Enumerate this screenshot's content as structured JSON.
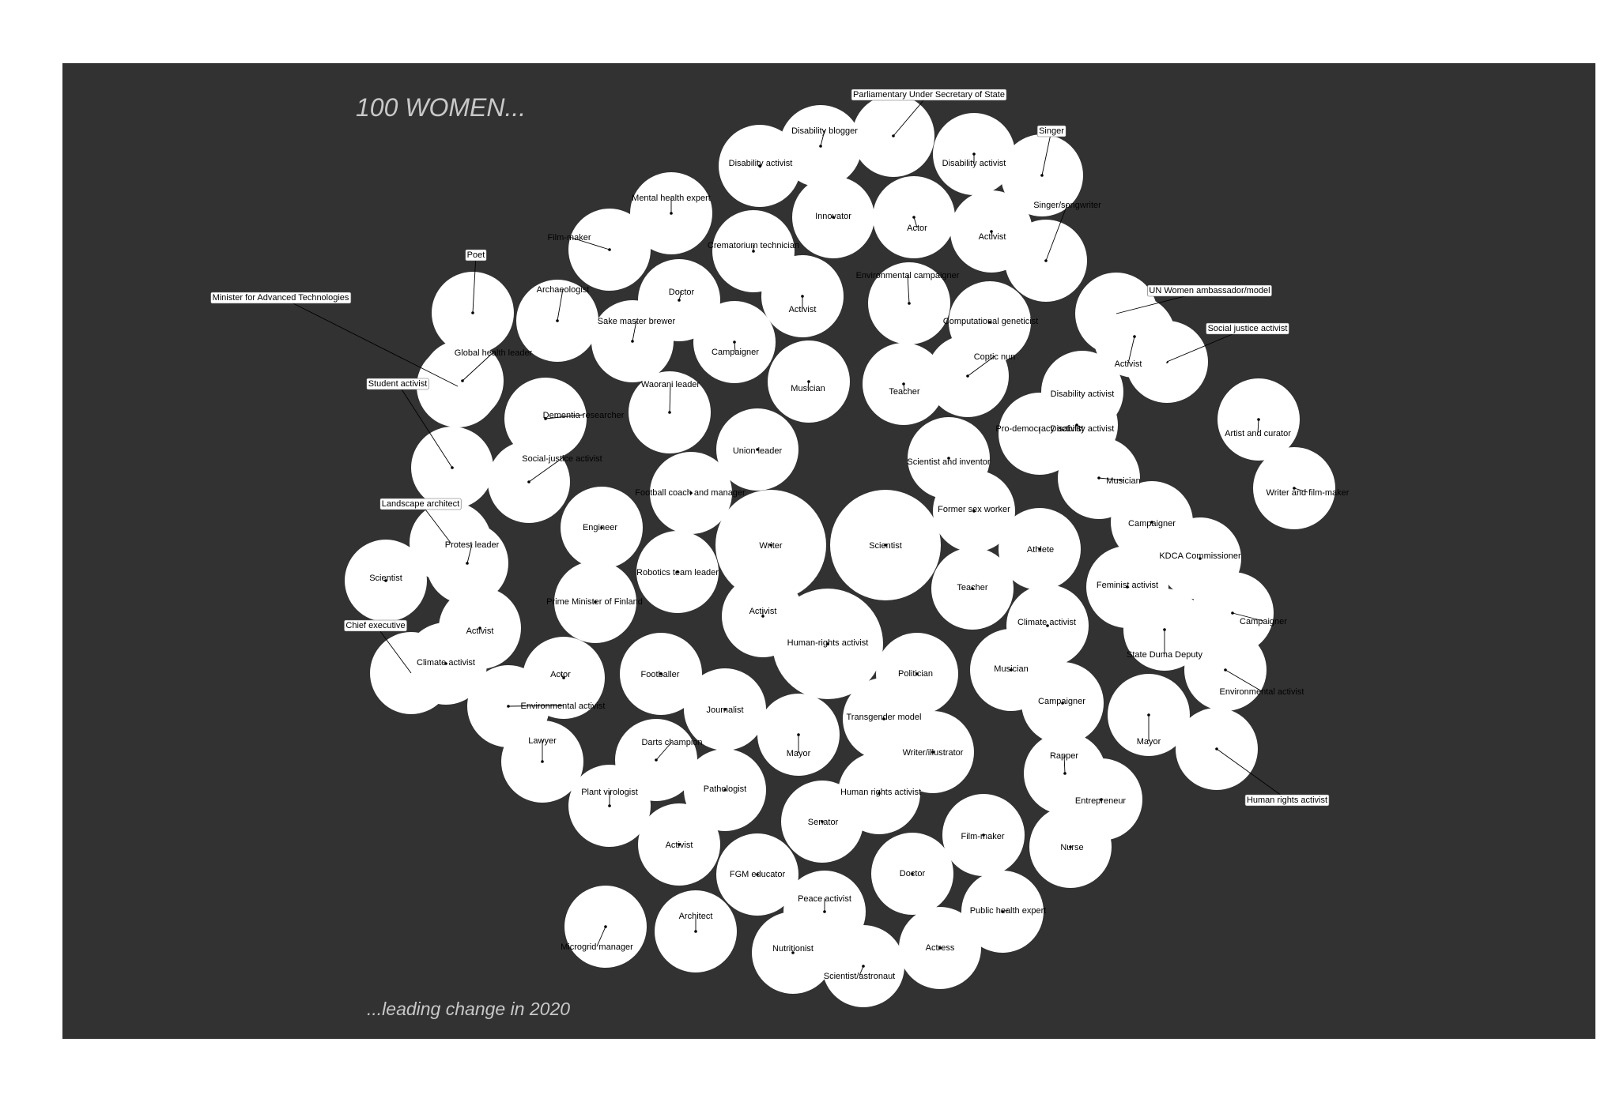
{
  "title": "100 WOMEN...",
  "subtitle": "...leading change in 2020",
  "colors": {
    "background": "#323232",
    "bubble": "#ffffff",
    "title": "#c8c8c8",
    "ink": "#000000"
  },
  "chart_data": {
    "type": "packed-bubble",
    "legend": "none",
    "grid": false,
    "bubbles": [
      {
        "label": "Parliamentary Under Secretary of State",
        "size": 1,
        "callout": true
      },
      {
        "label": "Disability blogger",
        "size": 1
      },
      {
        "label": "Disability activist",
        "size": 1
      },
      {
        "label": "Disability activist",
        "size": 1
      },
      {
        "label": "Singer",
        "size": 1,
        "callout": true
      },
      {
        "label": "Mental health expert",
        "size": 1
      },
      {
        "label": "Innovator",
        "size": 1
      },
      {
        "label": "Actor",
        "size": 1
      },
      {
        "label": "Singer/songwriter",
        "size": 1
      },
      {
        "label": "Film-maker",
        "size": 1
      },
      {
        "label": "Crematorium technician",
        "size": 1
      },
      {
        "label": "Activist",
        "size": 1
      },
      {
        "label": "Poet",
        "size": 1,
        "callout": true
      },
      {
        "label": "Archaeologist",
        "size": 1
      },
      {
        "label": "Doctor",
        "size": 1
      },
      {
        "label": "Environmental campaigner",
        "size": 1
      },
      {
        "label": "UN Women ambassador/model",
        "size": 1,
        "callout": true
      },
      {
        "label": "Minister for Advanced Technologies",
        "size": 1,
        "callout": true
      },
      {
        "label": "Sake master brewer",
        "size": 1
      },
      {
        "label": "Activist",
        "size": 1
      },
      {
        "label": "Computational geneticist",
        "size": 1
      },
      {
        "label": "Social justice activist",
        "size": 1,
        "callout": true
      },
      {
        "label": "Global health leader",
        "size": 1
      },
      {
        "label": "Campaigner",
        "size": 1
      },
      {
        "label": "Coptic nun",
        "size": 1
      },
      {
        "label": "Activist",
        "size": 1
      },
      {
        "label": "Student activist",
        "size": 1,
        "callout": true
      },
      {
        "label": "Waorani leader",
        "size": 1
      },
      {
        "label": "Musician",
        "size": 1
      },
      {
        "label": "Teacher",
        "size": 1
      },
      {
        "label": "Disability activist",
        "size": 1
      },
      {
        "label": "Pro-democracy activist",
        "size": 1
      },
      {
        "label": "Dementia researcher",
        "size": 1
      },
      {
        "label": "Disability activist",
        "size": 1
      },
      {
        "label": "Artist and curator",
        "size": 1
      },
      {
        "label": "Union leader",
        "size": 1
      },
      {
        "label": "Scientist and inventor",
        "size": 1
      },
      {
        "label": "Social-justice activist",
        "size": 1
      },
      {
        "label": "Musician",
        "size": 1
      },
      {
        "label": "Writer and film-maker",
        "size": 1
      },
      {
        "label": "Football coach and manager",
        "size": 1
      },
      {
        "label": "Landscape architect",
        "size": 1,
        "callout": true
      },
      {
        "label": "Former sex worker",
        "size": 1
      },
      {
        "label": "Campaigner",
        "size": 1
      },
      {
        "label": "Engineer",
        "size": 1
      },
      {
        "label": "Writer",
        "size": 2
      },
      {
        "label": "Scientist",
        "size": 2
      },
      {
        "label": "Protest leader",
        "size": 1
      },
      {
        "label": "Athlete",
        "size": 1
      },
      {
        "label": "KDCA Commissioner",
        "size": 1
      },
      {
        "label": "Scientist",
        "size": 1
      },
      {
        "label": "Robotics team leader",
        "size": 1
      },
      {
        "label": "Teacher",
        "size": 1
      },
      {
        "label": "Feminist activist",
        "size": 1
      },
      {
        "label": "Prime Minister of Finland",
        "size": 1
      },
      {
        "label": "Activist",
        "size": 1
      },
      {
        "label": "Campaigner",
        "size": 1
      },
      {
        "label": "Chief executive",
        "size": 1,
        "callout": true
      },
      {
        "label": "Activist",
        "size": 1
      },
      {
        "label": "Climate activist",
        "size": 1
      },
      {
        "label": "Human-rights activist",
        "size": 2
      },
      {
        "label": "State Duma Deputy",
        "size": 1
      },
      {
        "label": "Climate activist",
        "size": 1
      },
      {
        "label": "Footballer",
        "size": 1
      },
      {
        "label": "Musician",
        "size": 1
      },
      {
        "label": "Actor",
        "size": 1
      },
      {
        "label": "Politician",
        "size": 1
      },
      {
        "label": "Environmental activist",
        "size": 1
      },
      {
        "label": "Environmental activist",
        "size": 1
      },
      {
        "label": "Campaigner",
        "size": 1
      },
      {
        "label": "Journalist",
        "size": 1
      },
      {
        "label": "Transgender model",
        "size": 1
      },
      {
        "label": "Mayor",
        "size": 1
      },
      {
        "label": "Lawyer",
        "size": 1
      },
      {
        "label": "Darts champion",
        "size": 1
      },
      {
        "label": "Mayor",
        "size": 1
      },
      {
        "label": "Writer/illustrator",
        "size": 1
      },
      {
        "label": "Human rights activist",
        "size": 1,
        "callout": true
      },
      {
        "label": "Rapper",
        "size": 1
      },
      {
        "label": "Pathologist",
        "size": 1
      },
      {
        "label": "Plant virologist",
        "size": 1
      },
      {
        "label": "Human rights activist",
        "size": 1
      },
      {
        "label": "Entrepreneur",
        "size": 1
      },
      {
        "label": "Senator",
        "size": 1
      },
      {
        "label": "Film-maker",
        "size": 1
      },
      {
        "label": "Activist",
        "size": 1
      },
      {
        "label": "Nurse",
        "size": 1
      },
      {
        "label": "FGM educator",
        "size": 1
      },
      {
        "label": "Doctor",
        "size": 1
      },
      {
        "label": "Peace activist",
        "size": 1
      },
      {
        "label": "Public health expert",
        "size": 1
      },
      {
        "label": "Architect",
        "size": 1
      },
      {
        "label": "Microgrid manager",
        "size": 1
      },
      {
        "label": "Nutritionist",
        "size": 1
      },
      {
        "label": "Actress",
        "size": 1
      },
      {
        "label": "Scientist/astronaut",
        "size": 1
      }
    ]
  }
}
